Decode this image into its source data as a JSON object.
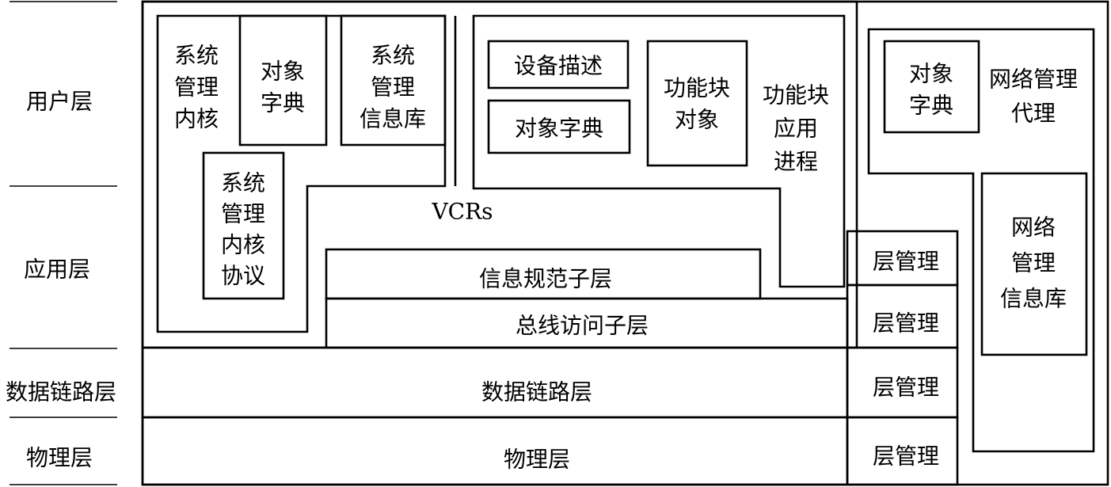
{
  "layers": {
    "user": "用户层",
    "application": "应用层",
    "data_link": "数据链路层",
    "physical": "物理层"
  },
  "system_management": {
    "kernel": [
      "系统",
      "管理",
      "内核"
    ],
    "object_dictionary": [
      "对象",
      "字典"
    ],
    "info_base": [
      "系统",
      "管理",
      "信息库"
    ],
    "kernel_protocol": [
      "系统",
      "管理",
      "内核",
      "协议"
    ]
  },
  "function_block": {
    "device_description": "设备描述",
    "object_dictionary": "对象字典",
    "function_block_objects": [
      "功能块",
      "对象"
    ],
    "application_process": [
      "功能块",
      "应用",
      "进程"
    ]
  },
  "vcrs": "VCRs",
  "fms_sublayer": "信息规范子层",
  "fas_sublayer": "总线访问子层",
  "data_link_layer": "数据链路层",
  "physical_layer": "物理层",
  "layer_management": [
    "层管理",
    "层管理",
    "层管理",
    "层管理"
  ],
  "network_management_agent": {
    "object_dictionary": [
      "对象",
      "字典"
    ],
    "agent": [
      "网络管理",
      "代理"
    ],
    "mib": [
      "网络",
      "管理",
      "信息库"
    ]
  },
  "colors": {
    "line": "#000000",
    "background": "#ffffff"
  }
}
